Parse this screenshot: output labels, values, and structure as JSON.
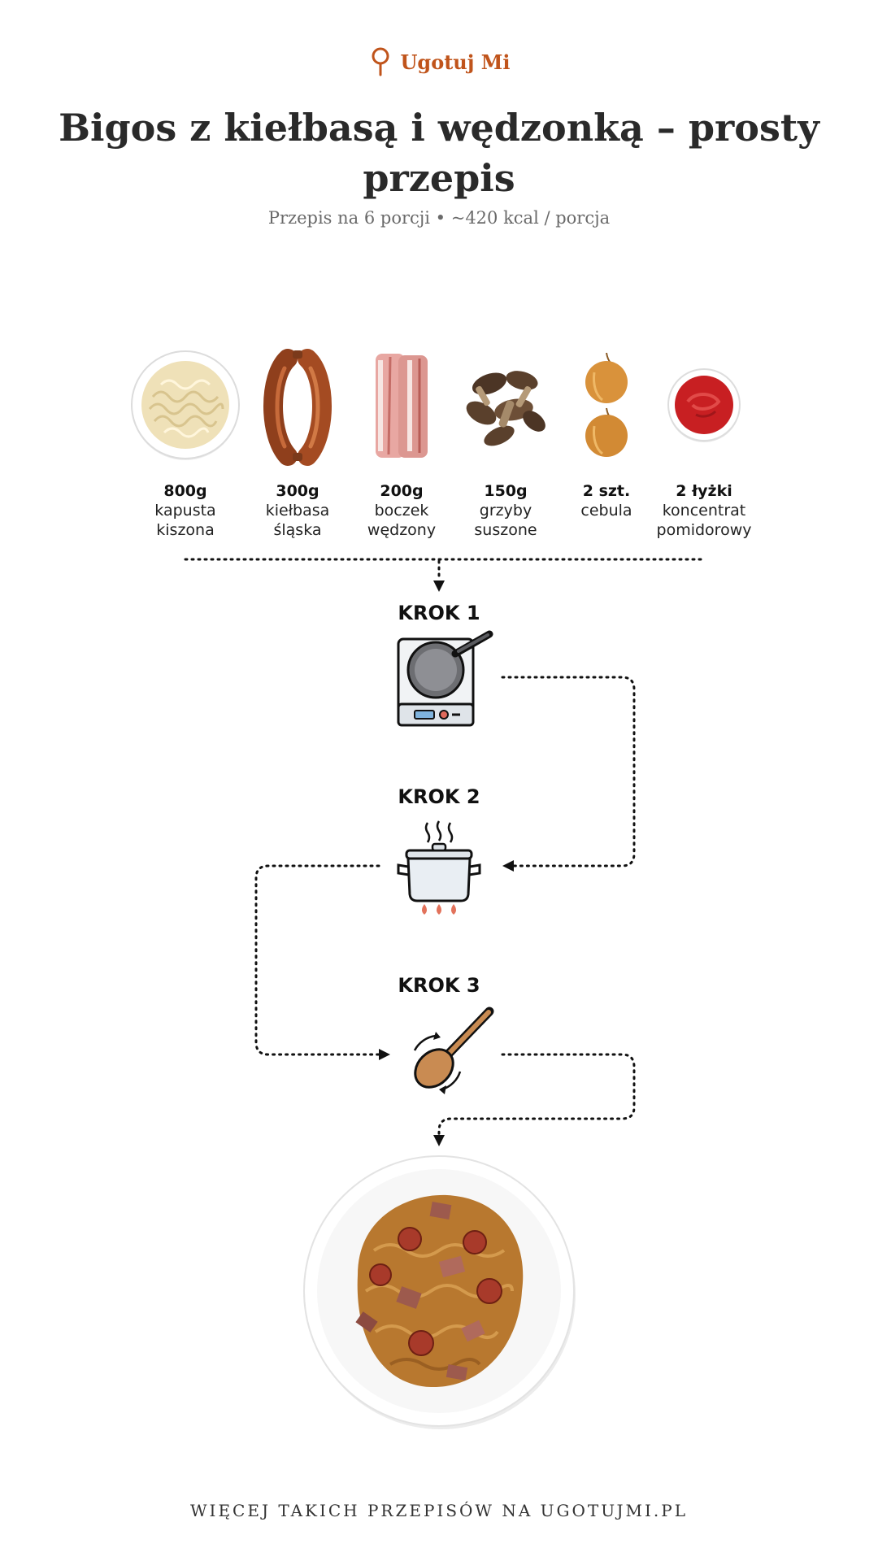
{
  "brand": {
    "name": "Ugotuj Mi",
    "icon": "spoon-logo-icon",
    "color": "#c0541b"
  },
  "recipe": {
    "title": "Bigos z kiełbasą i wędzonką – prosty przepis",
    "title_line1": "Bigos z kiełbasą i wędzonką – prosty",
    "title_line2": "przepis",
    "subtitle": "Przepis na 6 porcji • ~420 kcal / porcja"
  },
  "ingredients": [
    {
      "qty": "800g",
      "name_line1": "kapusta",
      "name_line2": "kiszona",
      "icon": "sauerkraut-bowl-icon"
    },
    {
      "qty": "300g",
      "name_line1": "kiełbasa",
      "name_line2": "śląska",
      "icon": "sausage-icon"
    },
    {
      "qty": "200g",
      "name_line1": "boczek",
      "name_line2": "wędzony",
      "icon": "bacon-icon"
    },
    {
      "qty": "150g",
      "name_line1": "grzyby",
      "name_line2": "suszone",
      "icon": "dried-mushrooms-icon"
    },
    {
      "qty": "2 szt.",
      "name_line1": "cebula",
      "name_line2": "",
      "icon": "onion-icon"
    },
    {
      "qty": "2 łyżki",
      "name_line1": "koncentrat",
      "name_line2": "pomidorowy",
      "icon": "tomato-paste-icon"
    }
  ],
  "steps": [
    {
      "label": "KROK 1",
      "icon": "pan-on-stove-icon"
    },
    {
      "label": "KROK 2",
      "icon": "boiling-pot-icon"
    },
    {
      "label": "KROK 3",
      "icon": "stirring-spoon-icon"
    }
  ],
  "result": {
    "icon": "bigos-plate-icon"
  },
  "footer": {
    "text": "WIĘCEJ TAKICH PRZEPISÓW NA UGOTUJMI.PL"
  }
}
